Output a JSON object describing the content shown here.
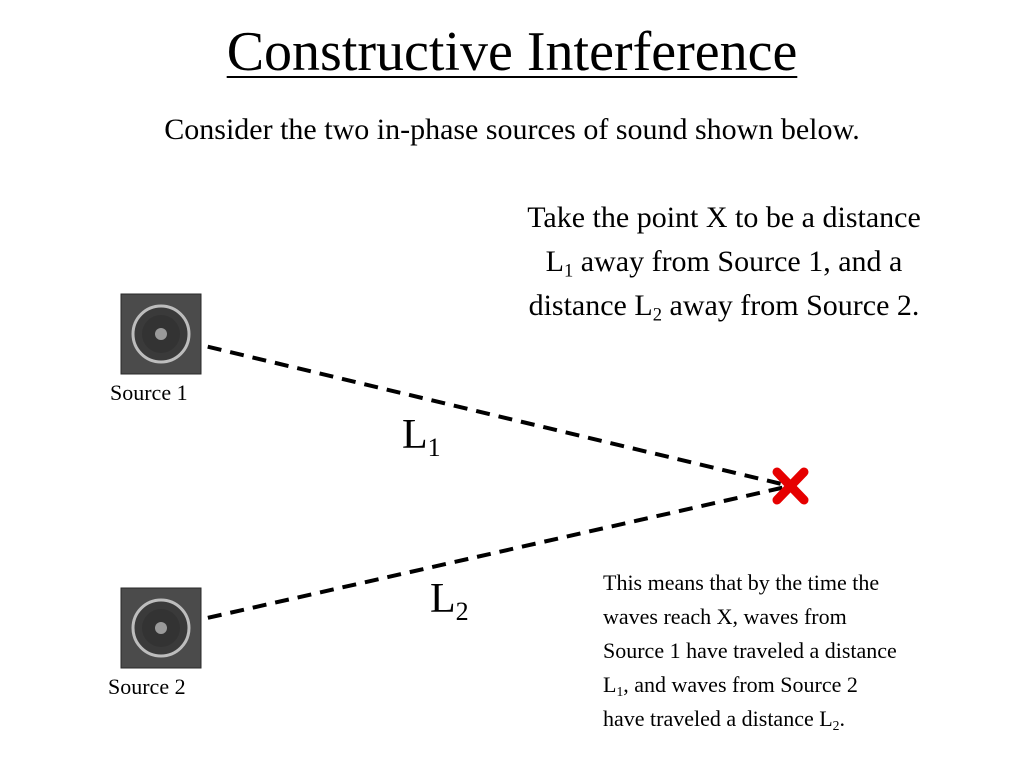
{
  "title": "Constructive Interference",
  "subtitle": "Consider the two in-phase sources of sound shown below.",
  "description": {
    "line1": "Take the point X to be a distance",
    "line2_pre": "L",
    "line2_sub": "1",
    "line2_post": " away from Source 1, and a",
    "line3_pre": "distance L",
    "line3_sub": "2",
    "line3_post": " away from Source 2."
  },
  "sources": [
    {
      "label": "Source 1",
      "icon": "speaker-icon"
    },
    {
      "label": "Source 2",
      "icon": "speaker-icon"
    }
  ],
  "distance_labels": [
    {
      "main": "L",
      "sub": "1"
    },
    {
      "main": "L",
      "sub": "2"
    }
  ],
  "point_marker": {
    "icon": "x-mark-icon",
    "color": "#e60000"
  },
  "note": {
    "line1": "This means that by the time the",
    "line2": "waves reach X, waves from",
    "line3": "Source 1 have traveled a distance",
    "line4_pre": "L",
    "line4_sub": "1",
    "line4_post": ", and waves from Source 2",
    "line5_pre": "have traveled a distance L",
    "line5_sub": "2",
    "line5_post": "."
  },
  "colors": {
    "speaker_bg": "#4a4a4a",
    "marker": "#e60000"
  }
}
